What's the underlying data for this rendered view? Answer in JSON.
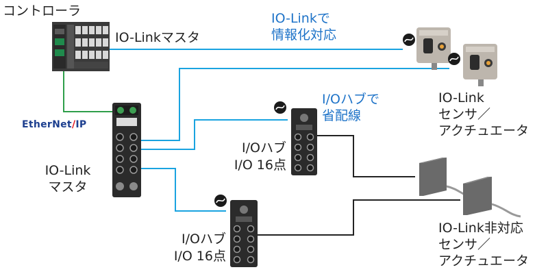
{
  "labels": {
    "controller": "コントローラ",
    "iolink_master_top": "IO-Linkマスタ",
    "iolink_info_1": "IO-Linkで",
    "iolink_info_2": "情報化対応",
    "iohub_wiring_1": "I/Oハブで",
    "iohub_wiring_2": "省配線",
    "ethernet_ip": "EtherNet/IP",
    "iolink_master_left_1": "IO-Link",
    "iolink_master_left_2": "マスタ",
    "iohub_upper_1": "I/Oハブ",
    "iohub_upper_2": "I/O 16点",
    "iohub_lower_1": "I/Oハブ",
    "iohub_lower_2": "I/O 16点",
    "iolink_sensor_1": "IO-Link",
    "iolink_sensor_2": "センサ／",
    "iolink_sensor_3": "アクチュエータ",
    "non_iolink_sensor_1": "IO-Link非対応",
    "non_iolink_sensor_2": "センサ／",
    "non_iolink_sensor_3": "アクチュエータ"
  },
  "colors": {
    "iolink_line": "#19a3e0",
    "ethernet_line": "#2e9e4a",
    "standard_line": "#222222",
    "accent_text": "#1e73c8"
  }
}
